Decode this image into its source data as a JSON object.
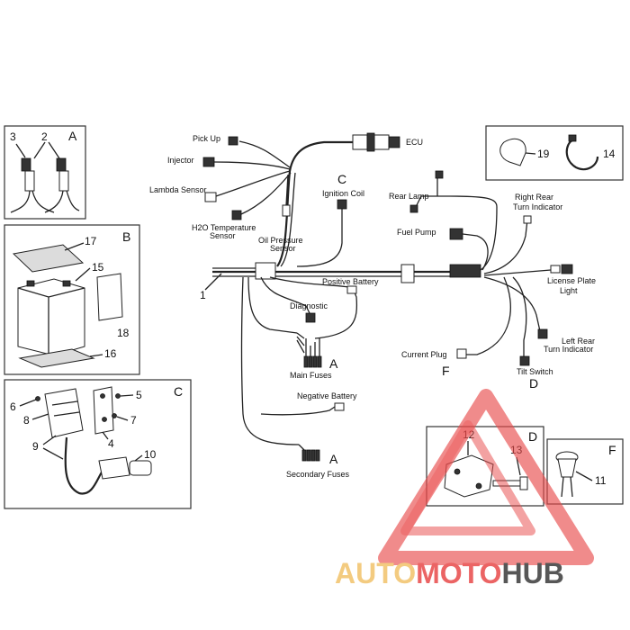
{
  "labels": {
    "pick_up": "Pick Up",
    "injector": "Injector",
    "lambda_sensor": "Lambda Sensor",
    "h2o_sensor_l1": "H2O Temperature",
    "h2o_sensor_l2": "Sensor",
    "oil_pressure_l1": "Oil Pressure",
    "oil_pressure_l2": "Sensor",
    "ecu": "ECU",
    "ignition_coil": "Ignition Coil",
    "rear_lamp": "Rear Lamp",
    "fuel_pump": "Fuel Pump",
    "right_rear_l1": "Right Rear",
    "right_rear_l2": "Turn Indicator",
    "license_l1": "License Plate",
    "license_l2": "Light",
    "left_rear_l1": "Left Rear",
    "left_rear_l2": "Turn Indicator",
    "tilt_switch": "Tilt Switch",
    "current_plug": "Current Plug",
    "positive_battery": "Positive Battery",
    "diagnostic": "Diagnostic",
    "main_fuses": "Main Fuses",
    "negative_battery": "Negative Battery",
    "secondary_fuses": "Secondary Fuses"
  },
  "letters": {
    "a_top": "A",
    "b": "B",
    "c_box": "C",
    "c_coil": "C",
    "a_main": "A",
    "a_secondary": "A",
    "f_plug": "F",
    "d_tilt": "D",
    "d_box": "D",
    "f_box": "F"
  },
  "numbers": {
    "n1": "1",
    "n2": "2",
    "n3": "3",
    "n4": "4",
    "n5": "5",
    "n6": "6",
    "n7": "7",
    "n8": "8",
    "n9": "9",
    "n10": "10",
    "n11": "11",
    "n12": "12",
    "n13": "13",
    "n14": "14",
    "n15": "15",
    "n16": "16",
    "n17": "17",
    "n18": "18",
    "n19": "19"
  },
  "watermark": {
    "part1": "AUTO",
    "part2": "MOTO",
    "part3": "HUB",
    "color_red": "#e84a4a",
    "color_yellow": "#f2c26b",
    "color_dark": "#3a3a3a"
  }
}
